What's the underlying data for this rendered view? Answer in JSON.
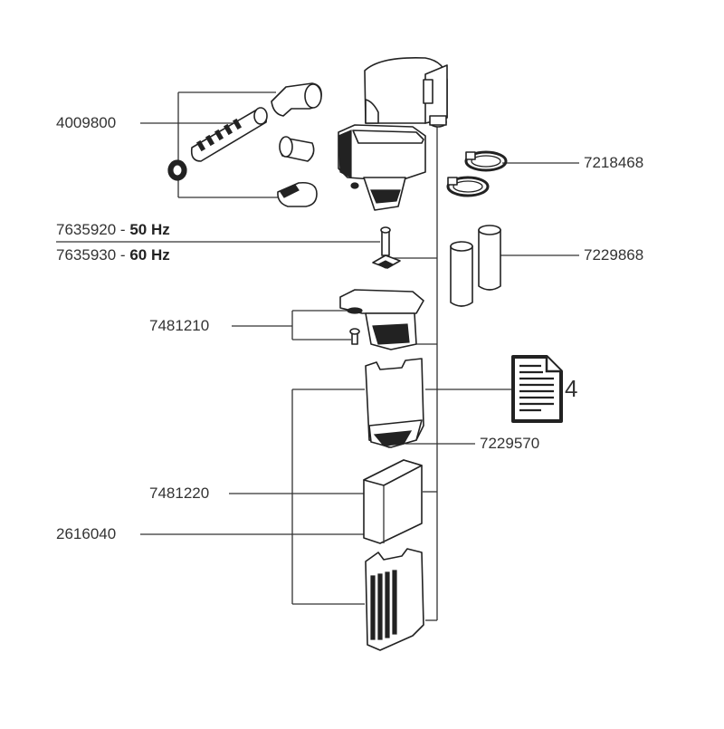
{
  "part_numbers": {
    "p4009800": "4009800",
    "p7635920": "7635920",
    "hz50": "50 Hz",
    "p7635930": "7635930",
    "hz60": "60 Hz",
    "dash": "-",
    "p7481210": "7481210",
    "p7481220": "7481220",
    "p2616040": "2616040",
    "p7218468": "7218468",
    "p7229868": "7229868",
    "p7229570": "7229570"
  },
  "document_ref": "4",
  "colors": {
    "line": "#333333",
    "part_fill": "#ffffff",
    "shade": "#222222"
  },
  "icons": {
    "document": "document-icon"
  }
}
